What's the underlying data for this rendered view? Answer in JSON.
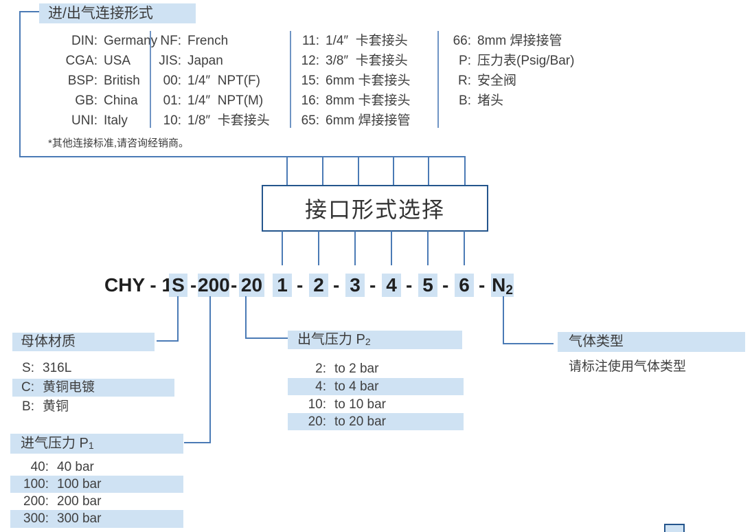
{
  "colors": {
    "highlight": "#cfe2f3",
    "connector_line": "#4a7ab5",
    "box_border": "#24558c",
    "text": "#3f3f3f",
    "code_text": "#1f1f1f"
  },
  "top": {
    "connection_header": "进/出气连接形式",
    "note": "*其他连接标准,请咨询经销商。"
  },
  "connection_table": {
    "columns": [
      {
        "items": [
          {
            "key": "DIN:",
            "value": "Germany"
          },
          {
            "key": "CGA:",
            "value": "USA"
          },
          {
            "key": "BSP:",
            "value": "British"
          },
          {
            "key": "GB:",
            "value": "China"
          },
          {
            "key": "UNI:",
            "value": "Italy"
          }
        ]
      },
      {
        "items": [
          {
            "key": "NF:",
            "value": "French"
          },
          {
            "key": "JIS:",
            "value": "Japan"
          },
          {
            "key": "00:",
            "value": "1/4″  NPT(F)"
          },
          {
            "key": "01:",
            "value": "1/4″  NPT(M)"
          },
          {
            "key": "10:",
            "value": "1/8″  卡套接头"
          }
        ]
      },
      {
        "items": [
          {
            "key": "11:",
            "value": "1/4″  卡套接头"
          },
          {
            "key": "12:",
            "value": "3/8″  卡套接头"
          },
          {
            "key": "15:",
            "value": "6mm 卡套接头"
          },
          {
            "key": "16:",
            "value": "8mm 卡套接头"
          },
          {
            "key": "65:",
            "value": "6mm 焊接接管"
          }
        ]
      },
      {
        "items": [
          {
            "key": "66:",
            "value": "8mm 焊接接管"
          },
          {
            "key": "P:",
            "value": "压力表(Psig/Bar)"
          },
          {
            "key": "R:",
            "value": "安全阀"
          },
          {
            "key": "B:",
            "value": "堵头"
          }
        ]
      }
    ]
  },
  "selector_box": {
    "label": "接口形式选择"
  },
  "code": {
    "parts": [
      "CHY - 1",
      "S",
      "-",
      "200",
      "-",
      "20",
      "-",
      "1",
      "-",
      "2",
      "-",
      "3",
      "-",
      "4",
      "-",
      "5",
      "-",
      "6",
      "-",
      "N",
      "2"
    ]
  },
  "sections": {
    "body_material": {
      "title": "母体材质",
      "items": [
        {
          "key": "S:",
          "value": "316L"
        },
        {
          "key": "C:",
          "value": "黄铜电镀"
        },
        {
          "key": "B:",
          "value": "黄铜"
        }
      ]
    },
    "inlet_pressure": {
      "title": "进气压力 P",
      "subscript": "1",
      "items": [
        {
          "key": "40:",
          "value": "40 bar"
        },
        {
          "key": "100:",
          "value": "100 bar"
        },
        {
          "key": "200:",
          "value": "200 bar"
        },
        {
          "key": "300:",
          "value": "300 bar"
        }
      ]
    },
    "outlet_pressure": {
      "title": "出气压力 P",
      "subscript": "2",
      "items": [
        {
          "key": "2:",
          "value": "to 2 bar"
        },
        {
          "key": "4:",
          "value": "to 4 bar"
        },
        {
          "key": "10:",
          "value": "to 10 bar"
        },
        {
          "key": "20:",
          "value": "to 20 bar"
        }
      ]
    },
    "gas_type": {
      "title": "气体类型",
      "description": "请标注使用气体类型"
    }
  }
}
